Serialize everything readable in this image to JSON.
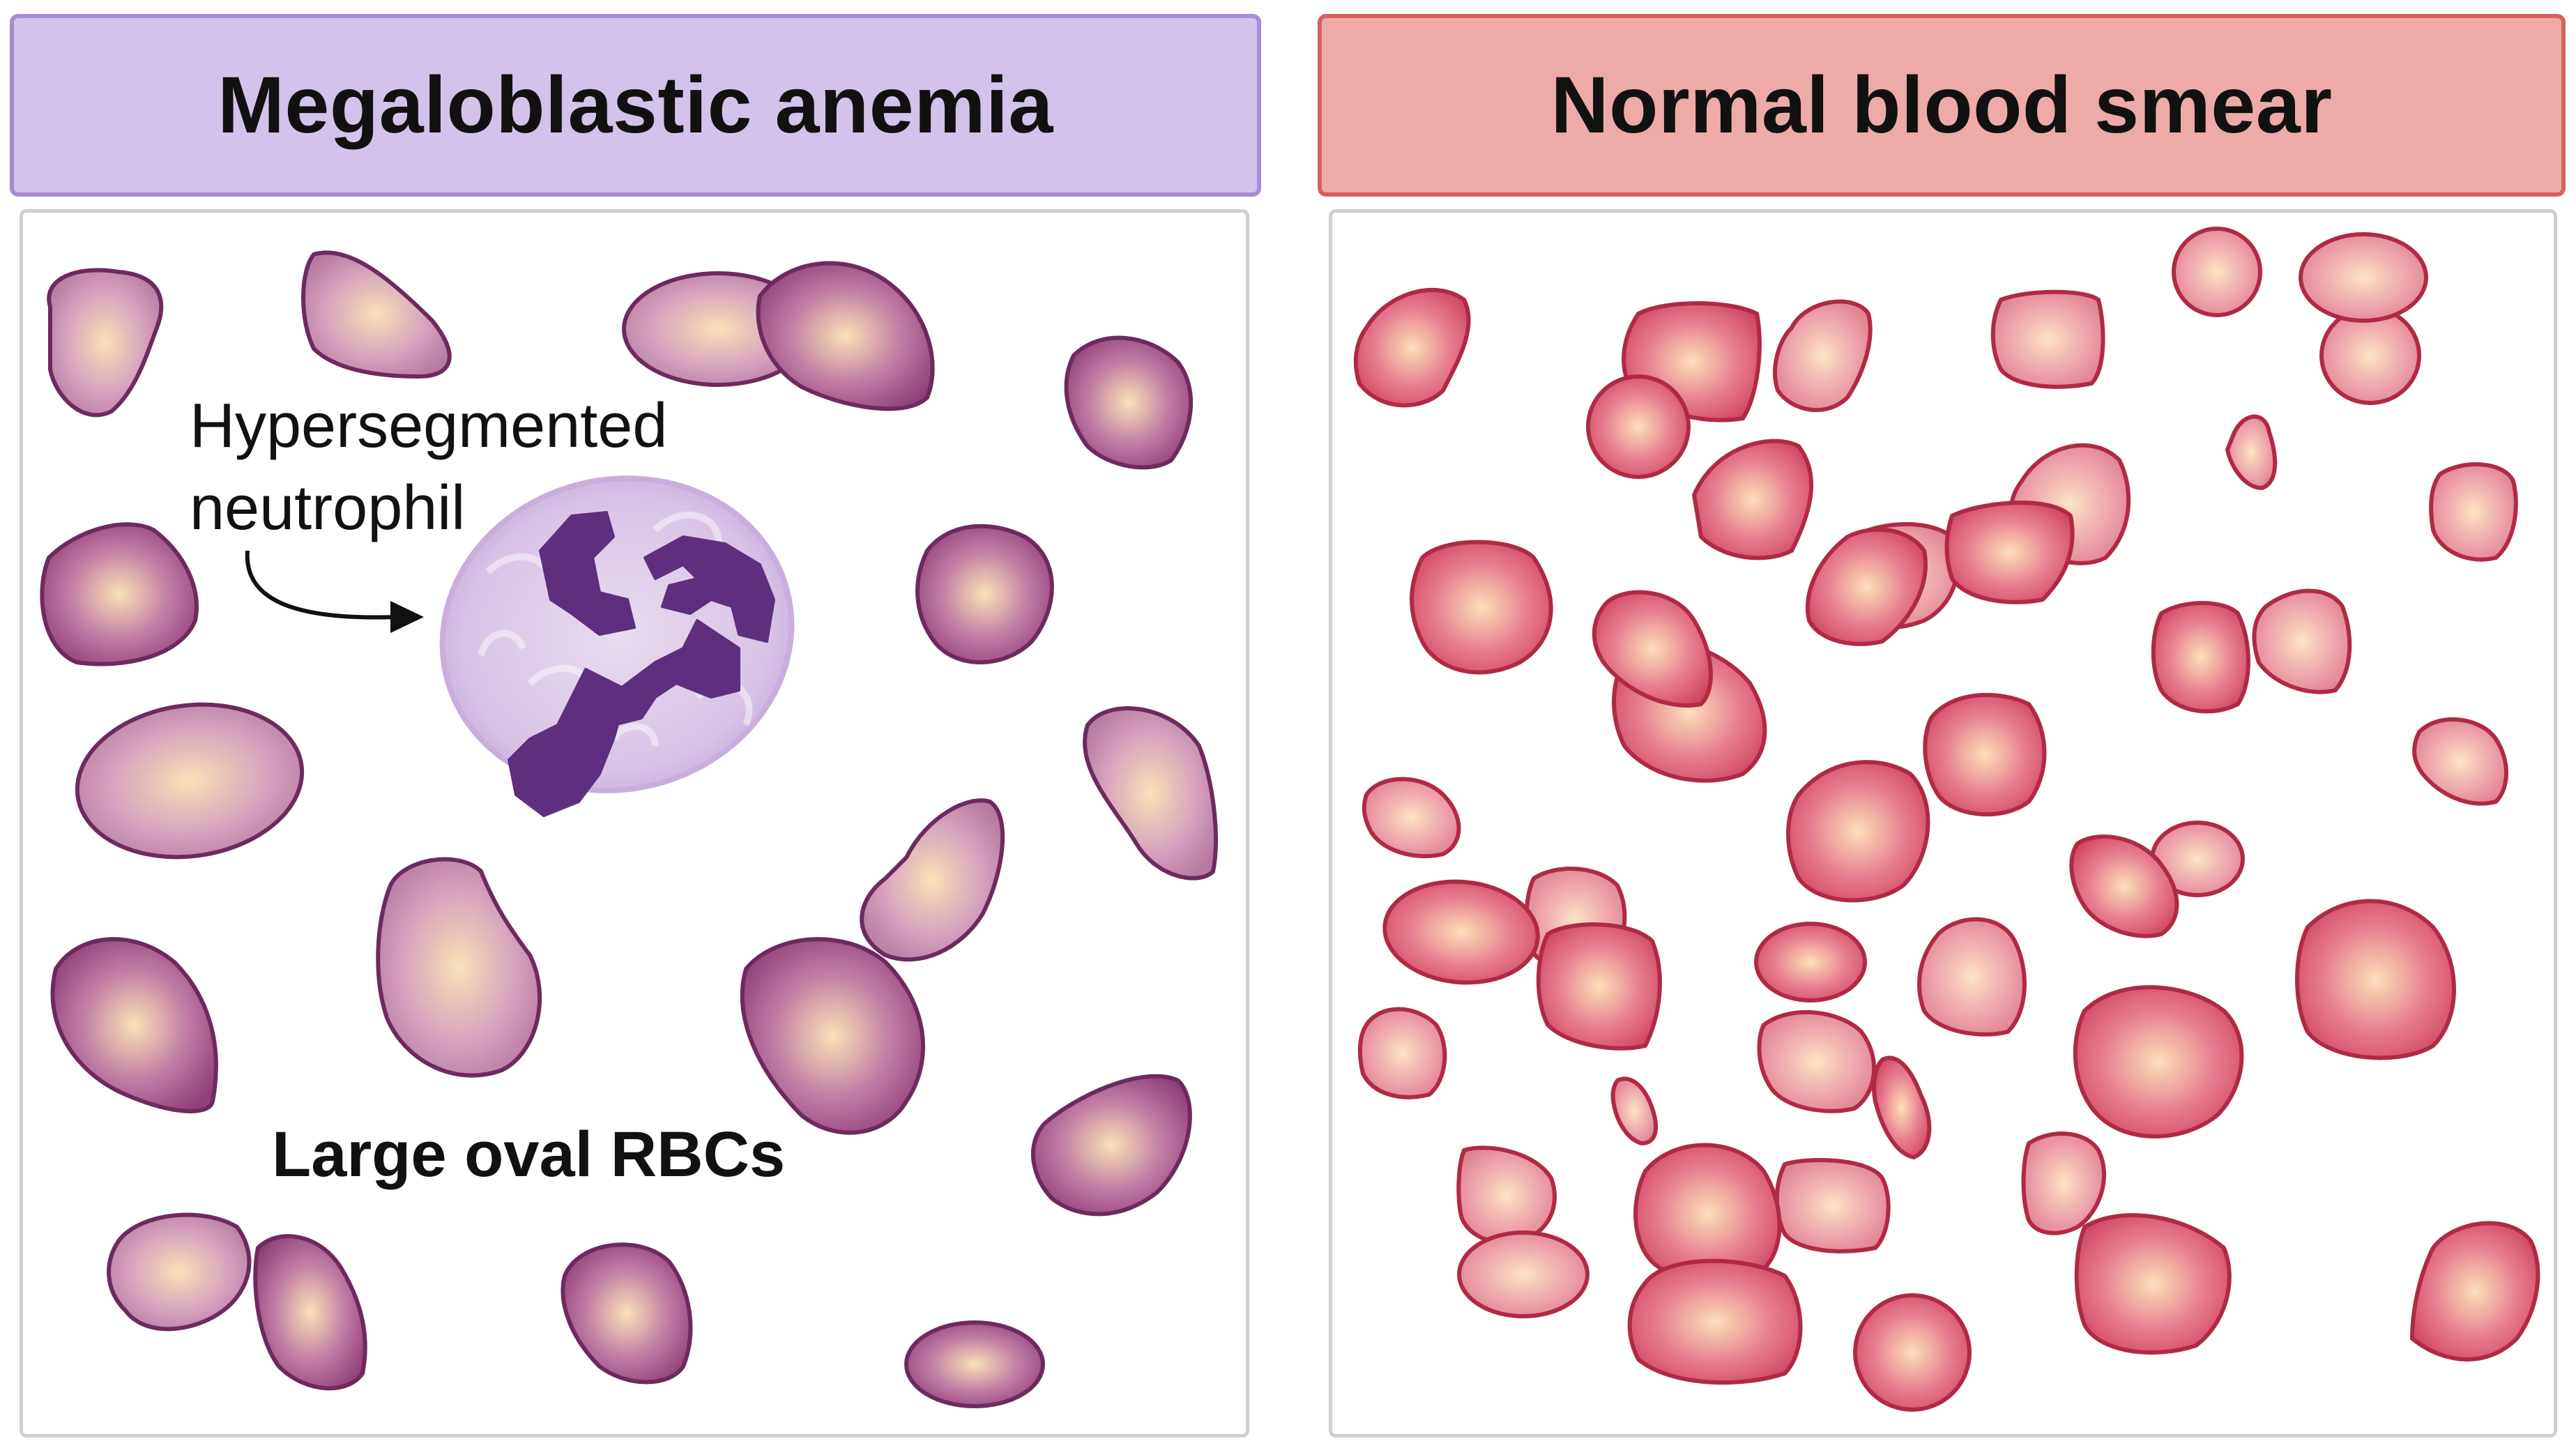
{
  "left_panel": {
    "title": "Megaloblastic anemia",
    "header_fill": "#d3c2e9",
    "header_border": "#a98ad4",
    "label_neutrophil_line1": "Hypersegmented",
    "label_neutrophil_line2": "neutrophil",
    "label_rbcs": "Large oval RBCs",
    "cell_center_color": "#f8e2b8",
    "cell_edge_color": "#a85a92",
    "cell_outline_color": "#6e2a5e",
    "nucleus_color": "#5e2f7f"
  },
  "right_panel": {
    "title": "Normal blood smear",
    "header_fill": "#edaaa8",
    "header_border": "#d9605f",
    "cell_center_color": "#fbe0b8",
    "cell_edge_color": "#d6556e",
    "cell_outline_color": "#b02a45"
  },
  "icons": [
    "arrow-icon",
    "neutrophil-icon",
    "red-blood-cell-icon"
  ]
}
